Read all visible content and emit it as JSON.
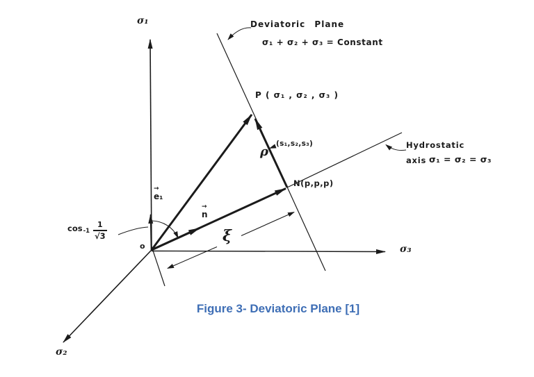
{
  "figure": {
    "caption": "Figure 3- Deviatoric Plane [1]",
    "caption_color": "#3E6EB5",
    "ink_color": "#1b1b1b"
  },
  "axes": {
    "sigma1": "σ₁",
    "sigma2": "σ₂",
    "sigma3": "σ₃"
  },
  "deviatoric_plane": {
    "label": "Deviatoric Plane",
    "equation": "σ₁ + σ₂ + σ₃ = Constant"
  },
  "hydrostatic_axis": {
    "word1": "Hydrostatic",
    "word2": "axis",
    "equation": "σ₁ = σ₂ = σ₃"
  },
  "points": {
    "p": "P ( σ₁ , σ₂ , σ₃ )",
    "n": "N(p,p,p)",
    "origin": "o",
    "deviatoric_components": "(s₁,s₂,s₃)"
  },
  "symbols": {
    "rho": "ρ",
    "xi": "ξ",
    "e1": "e₁",
    "n": "n",
    "vector_arrow": "→"
  },
  "angle": {
    "function": "cos",
    "exponent": "-1",
    "numerator": "1",
    "denominator": "√3"
  }
}
